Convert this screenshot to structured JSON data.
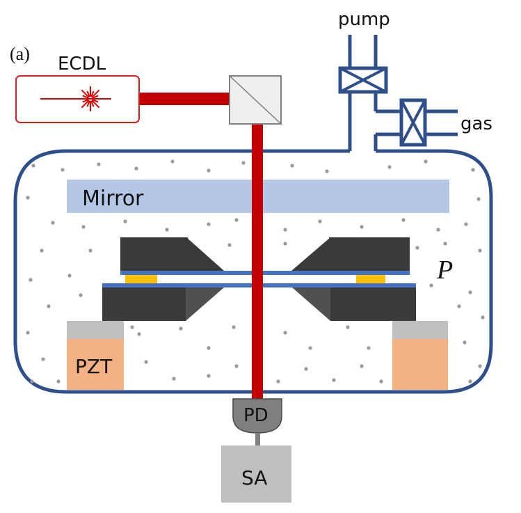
{
  "panel_label": "(a)",
  "laser": {
    "label": "ECDL"
  },
  "lines": {
    "pump": "pump",
    "gas": "gas"
  },
  "mirror": {
    "label": "Mirror"
  },
  "pressure": {
    "label": "P"
  },
  "pzt": {
    "label": "PZT"
  },
  "detector": {
    "label": "PD"
  },
  "analyzer": {
    "label": "SA"
  },
  "colors": {
    "beam": "#c00000",
    "laser_outline": "#d81e1e",
    "chamber": "#2e4f8a",
    "mirror": "#b4c7e7",
    "clamp": "#3a3a3a",
    "clamp_face": "#505050",
    "membrane": "#4472c4",
    "spacer": "#ffc000",
    "pzt": "#f4b183",
    "pzt_cap": "#bfbfbf",
    "particle": "#9a9a9a"
  }
}
